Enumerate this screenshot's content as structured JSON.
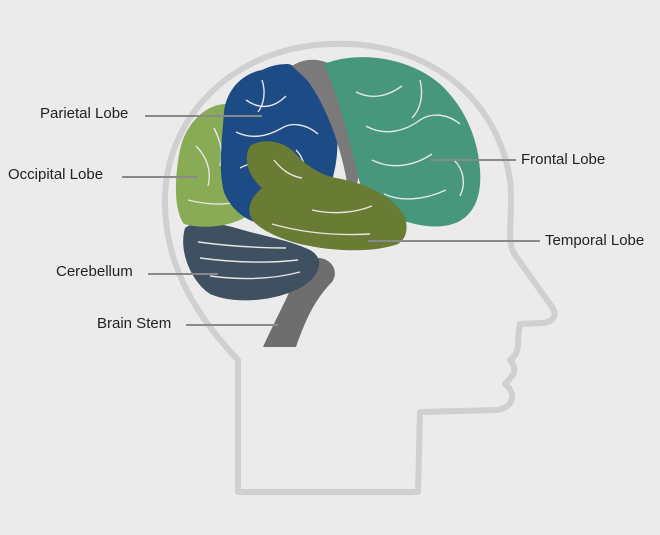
{
  "labels": {
    "parietal": "Parietal Lobe",
    "occipital": "Occipital Lobe",
    "cerebellum": "Cerebellum",
    "brain_stem": "Brain Stem",
    "frontal": "Frontal Lobe",
    "temporal": "Temporal Lobe"
  },
  "colors": {
    "background": "#ebebeb",
    "head_outline": "#d0d0d0",
    "parietal": "#1c4b86",
    "occipital": "#8aab55",
    "cerebellum": "#3f5060",
    "brain_stem": "#6e6e6e",
    "frontal": "#47977c",
    "temporal": "#6a7c33",
    "motor_strip": "#7a7a7a",
    "leader_line": "#8a8a8a"
  }
}
